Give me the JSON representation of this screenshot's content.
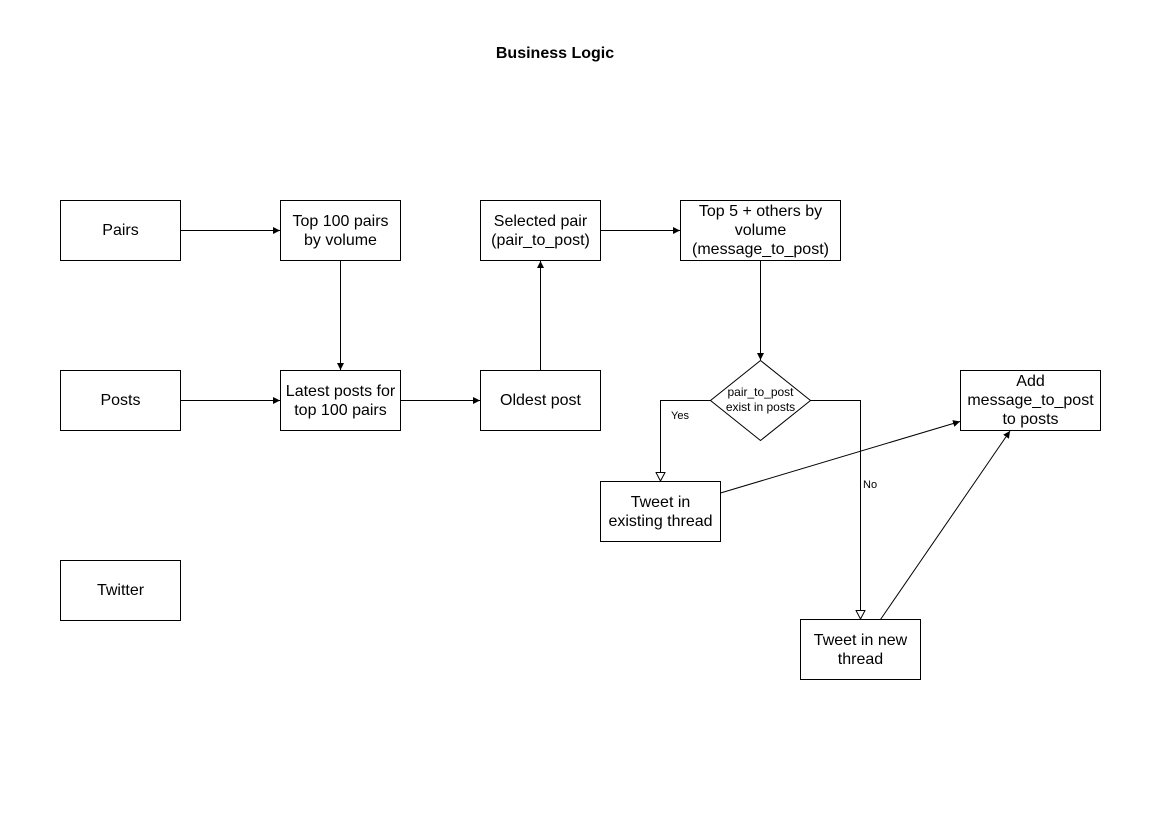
{
  "title": "Business Logic",
  "nodes": {
    "pairs": "Pairs",
    "top_pairs": "Top 100 pairs\nby volume",
    "selected_pair": "Selected pair\n(pair_to_post)",
    "top5": "Top 5 + others by\nvolume\n(message_to_post)",
    "posts": "Posts",
    "latest_posts": "Latest posts for\ntop 100 pairs",
    "oldest_post": "Oldest post",
    "decision": "pair_to_post\nexist in posts",
    "add_message": "Add\nmessage_to_post\nto posts",
    "tweet_existing": "Tweet in\nexisting thread",
    "twitter": "Twitter",
    "tweet_new": "Tweet in new\nthread"
  },
  "edge_labels": {
    "yes": "Yes",
    "no": "No"
  }
}
